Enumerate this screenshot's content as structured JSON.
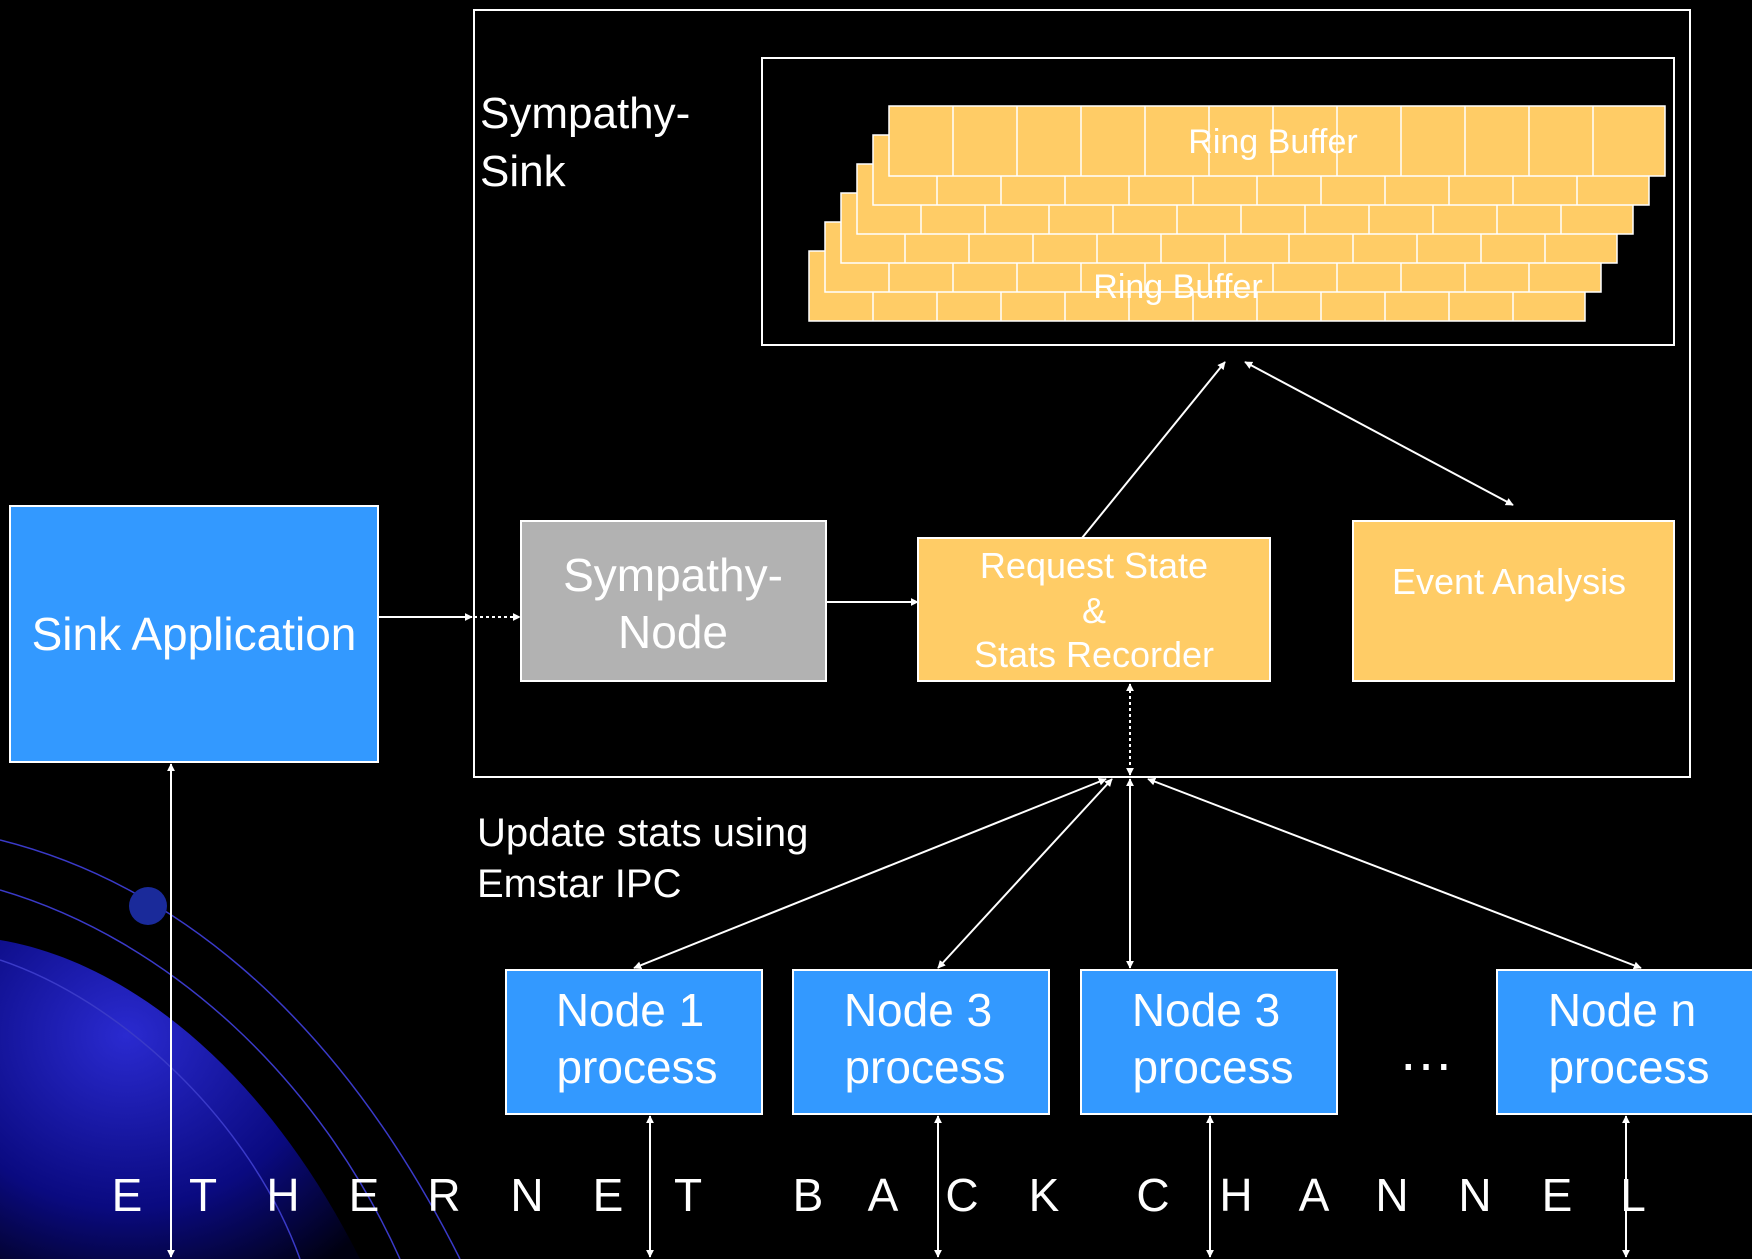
{
  "colors": {
    "background": "#000000",
    "line": "#ffffff",
    "blue_box": "#3399ff",
    "gray_box": "#b2b2b2",
    "ring_buffer": "#ffcc66",
    "orange_box": "#ffcc66",
    "orange_text": "#ffffff"
  },
  "sympathy_sink": {
    "label_line1": "Sympathy-",
    "label_line2": "Sink"
  },
  "ring_buffers": {
    "front_label": "Ring Buffer",
    "back_label": "Ring Buffer"
  },
  "sink_application": {
    "label": "Sink Application"
  },
  "sympathy_node": {
    "label_line1": "Sympathy-",
    "label_line2": "Node"
  },
  "request_state": {
    "line1": "Request State",
    "line2": "&",
    "line3": "Stats Recorder"
  },
  "event_analysis": {
    "label": "Event Analysis"
  },
  "update_stats": {
    "line1": "Update stats using",
    "line2": "Emstar IPC"
  },
  "nodes": [
    {
      "line1": "Node 1",
      "line2": "process"
    },
    {
      "line1": "Node 3",
      "line2": "process"
    },
    {
      "line1": "Node 3",
      "line2": "process"
    },
    {
      "line1": "Node n",
      "line2": "process"
    }
  ],
  "ellipsis": "…",
  "ethernet_letters": [
    "E",
    "T",
    "H",
    "E",
    "R",
    "N",
    "E",
    "T",
    "B",
    "A",
    "C",
    "K",
    "C",
    "H",
    "A",
    "N",
    "N",
    "E",
    "L"
  ]
}
